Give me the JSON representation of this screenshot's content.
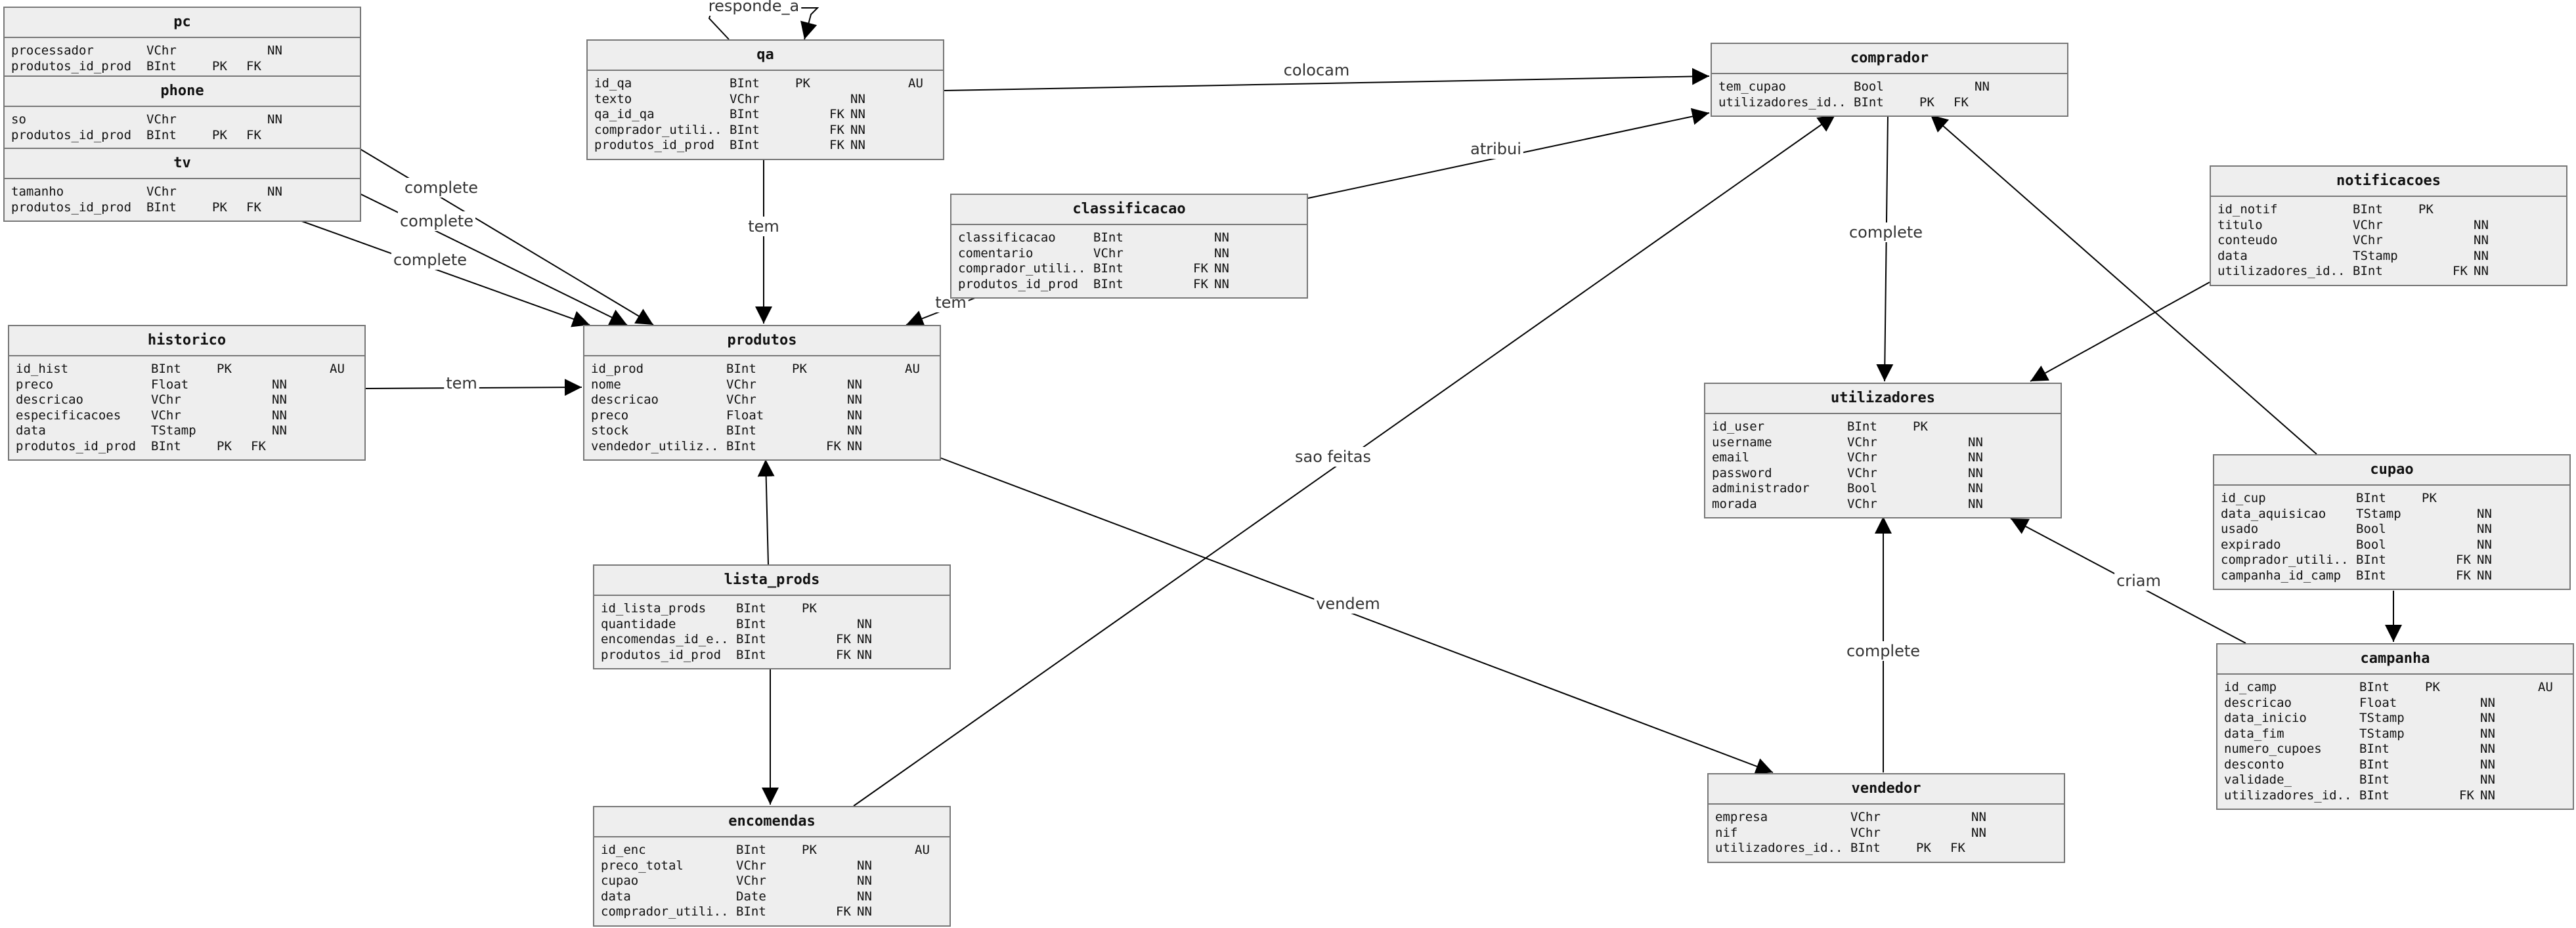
{
  "entities": [
    {
      "key": "pc",
      "name": "pc",
      "attributes": [
        {
          "name": "processador",
          "type": "VChr",
          "pk": "",
          "fk": "",
          "nn": "NN",
          "au": ""
        },
        {
          "name": "produtos_id_prod",
          "type": "BInt",
          "pk": "PK",
          "fk": "FK",
          "nn": "",
          "au": ""
        }
      ]
    },
    {
      "key": "phone",
      "name": "phone",
      "attributes": [
        {
          "name": "so",
          "type": "VChr",
          "pk": "",
          "fk": "",
          "nn": "NN",
          "au": ""
        },
        {
          "name": "produtos_id_prod",
          "type": "BInt",
          "pk": "PK",
          "fk": "FK",
          "nn": "",
          "au": ""
        }
      ]
    },
    {
      "key": "tv",
      "name": "tv",
      "attributes": [
        {
          "name": "tamanho",
          "type": "VChr",
          "pk": "",
          "fk": "",
          "nn": "NN",
          "au": ""
        },
        {
          "name": "produtos_id_prod",
          "type": "BInt",
          "pk": "PK",
          "fk": "FK",
          "nn": "",
          "au": ""
        }
      ]
    },
    {
      "key": "historico",
      "name": "historico",
      "attributes": [
        {
          "name": "id_hist",
          "type": "BInt",
          "pk": "PK",
          "fk": "",
          "nn": "",
          "au": "AU"
        },
        {
          "name": "preco",
          "type": "Float",
          "pk": "",
          "fk": "",
          "nn": "NN",
          "au": ""
        },
        {
          "name": "descricao",
          "type": "VChr",
          "pk": "",
          "fk": "",
          "nn": "NN",
          "au": ""
        },
        {
          "name": "especificacoes",
          "type": "VChr",
          "pk": "",
          "fk": "",
          "nn": "NN",
          "au": ""
        },
        {
          "name": "data",
          "type": "TStamp",
          "pk": "",
          "fk": "",
          "nn": "NN",
          "au": ""
        },
        {
          "name": "produtos_id_prod",
          "type": "BInt",
          "pk": "PK",
          "fk": "FK",
          "nn": "",
          "au": ""
        }
      ]
    },
    {
      "key": "qa",
      "name": "qa",
      "attributes": [
        {
          "name": "id_qa",
          "type": "BInt",
          "pk": "PK",
          "fk": "",
          "nn": "",
          "au": "AU"
        },
        {
          "name": "texto",
          "type": "VChr",
          "pk": "",
          "fk": "",
          "nn": "NN",
          "au": ""
        },
        {
          "name": "qa_id_qa",
          "type": "BInt",
          "pk": "",
          "fk": "FK",
          "nn": "NN",
          "au": ""
        },
        {
          "name": "comprador_utili..",
          "type": "BInt",
          "pk": "",
          "fk": "FK",
          "nn": "NN",
          "au": ""
        },
        {
          "name": "produtos_id_prod",
          "type": "BInt",
          "pk": "",
          "fk": "FK",
          "nn": "NN",
          "au": ""
        }
      ]
    },
    {
      "key": "produtos",
      "name": "produtos",
      "attributes": [
        {
          "name": "id_prod",
          "type": "BInt",
          "pk": "PK",
          "fk": "",
          "nn": "",
          "au": "AU"
        },
        {
          "name": "nome",
          "type": "VChr",
          "pk": "",
          "fk": "",
          "nn": "NN",
          "au": ""
        },
        {
          "name": "descricao",
          "type": "VChr",
          "pk": "",
          "fk": "",
          "nn": "NN",
          "au": ""
        },
        {
          "name": "preco",
          "type": "Float",
          "pk": "",
          "fk": "",
          "nn": "NN",
          "au": ""
        },
        {
          "name": "stock",
          "type": "BInt",
          "pk": "",
          "fk": "",
          "nn": "NN",
          "au": ""
        },
        {
          "name": "vendedor_utiliz..",
          "type": "BInt",
          "pk": "",
          "fk": "FK",
          "nn": "NN",
          "au": ""
        }
      ]
    },
    {
      "key": "classificacao",
      "name": "classificacao",
      "attributes": [
        {
          "name": "classificacao",
          "type": "BInt",
          "pk": "",
          "fk": "",
          "nn": "NN",
          "au": ""
        },
        {
          "name": "comentario",
          "type": "VChr",
          "pk": "",
          "fk": "",
          "nn": "NN",
          "au": ""
        },
        {
          "name": "comprador_utili..",
          "type": "BInt",
          "pk": "",
          "fk": "FK",
          "nn": "NN",
          "au": ""
        },
        {
          "name": "produtos_id_prod",
          "type": "BInt",
          "pk": "",
          "fk": "FK",
          "nn": "NN",
          "au": ""
        }
      ]
    },
    {
      "key": "lista_prods",
      "name": "lista_prods",
      "attributes": [
        {
          "name": "id_lista_prods",
          "type": "BInt",
          "pk": "PK",
          "fk": "",
          "nn": "",
          "au": ""
        },
        {
          "name": "quantidade",
          "type": "BInt",
          "pk": "",
          "fk": "",
          "nn": "NN",
          "au": ""
        },
        {
          "name": "encomendas_id_e..",
          "type": "BInt",
          "pk": "",
          "fk": "FK",
          "nn": "NN",
          "au": ""
        },
        {
          "name": "produtos_id_prod",
          "type": "BInt",
          "pk": "",
          "fk": "FK",
          "nn": "NN",
          "au": ""
        }
      ]
    },
    {
      "key": "encomendas",
      "name": "encomendas",
      "attributes": [
        {
          "name": "id_enc",
          "type": "BInt",
          "pk": "PK",
          "fk": "",
          "nn": "",
          "au": "AU"
        },
        {
          "name": "preco_total",
          "type": "VChr",
          "pk": "",
          "fk": "",
          "nn": "NN",
          "au": ""
        },
        {
          "name": "cupao",
          "type": "VChr",
          "pk": "",
          "fk": "",
          "nn": "NN",
          "au": ""
        },
        {
          "name": "data",
          "type": "Date",
          "pk": "",
          "fk": "",
          "nn": "NN",
          "au": ""
        },
        {
          "name": "comprador_utili..",
          "type": "BInt",
          "pk": "",
          "fk": "FK",
          "nn": "NN",
          "au": ""
        }
      ]
    },
    {
      "key": "comprador",
      "name": "comprador",
      "attributes": [
        {
          "name": "tem_cupao",
          "type": "Bool",
          "pk": "",
          "fk": "",
          "nn": "NN",
          "au": ""
        },
        {
          "name": "utilizadores_id..",
          "type": "BInt",
          "pk": "PK",
          "fk": "FK",
          "nn": "",
          "au": ""
        }
      ]
    },
    {
      "key": "utilizadores",
      "name": "utilizadores",
      "attributes": [
        {
          "name": "id_user",
          "type": "BInt",
          "pk": "PK",
          "fk": "",
          "nn": "",
          "au": ""
        },
        {
          "name": "username",
          "type": "VChr",
          "pk": "",
          "fk": "",
          "nn": "NN",
          "au": ""
        },
        {
          "name": "email",
          "type": "VChr",
          "pk": "",
          "fk": "",
          "nn": "NN",
          "au": ""
        },
        {
          "name": "password",
          "type": "VChr",
          "pk": "",
          "fk": "",
          "nn": "NN",
          "au": ""
        },
        {
          "name": "administrador",
          "type": "Bool",
          "pk": "",
          "fk": "",
          "nn": "NN",
          "au": ""
        },
        {
          "name": "morada",
          "type": "VChr",
          "pk": "",
          "fk": "",
          "nn": "NN",
          "au": ""
        }
      ]
    },
    {
      "key": "vendedor",
      "name": "vendedor",
      "attributes": [
        {
          "name": "empresa",
          "type": "VChr",
          "pk": "",
          "fk": "",
          "nn": "NN",
          "au": ""
        },
        {
          "name": "nif",
          "type": "VChr",
          "pk": "",
          "fk": "",
          "nn": "NN",
          "au": ""
        },
        {
          "name": "utilizadores_id..",
          "type": "BInt",
          "pk": "PK",
          "fk": "FK",
          "nn": "",
          "au": ""
        }
      ]
    },
    {
      "key": "notificacoes",
      "name": "notificacoes",
      "attributes": [
        {
          "name": "id_notif",
          "type": "BInt",
          "pk": "PK",
          "fk": "",
          "nn": "",
          "au": ""
        },
        {
          "name": "titulo",
          "type": "VChr",
          "pk": "",
          "fk": "",
          "nn": "NN",
          "au": ""
        },
        {
          "name": "conteudo",
          "type": "VChr",
          "pk": "",
          "fk": "",
          "nn": "NN",
          "au": ""
        },
        {
          "name": "data",
          "type": "TStamp",
          "pk": "",
          "fk": "",
          "nn": "NN",
          "au": ""
        },
        {
          "name": "utilizadores_id..",
          "type": "BInt",
          "pk": "",
          "fk": "FK",
          "nn": "NN",
          "au": ""
        }
      ]
    },
    {
      "key": "cupao",
      "name": "cupao",
      "attributes": [
        {
          "name": "id_cup",
          "type": "BInt",
          "pk": "PK",
          "fk": "",
          "nn": "",
          "au": ""
        },
        {
          "name": "data_aquisicao",
          "type": "TStamp",
          "pk": "",
          "fk": "",
          "nn": "NN",
          "au": ""
        },
        {
          "name": "usado",
          "type": "Bool",
          "pk": "",
          "fk": "",
          "nn": "NN",
          "au": ""
        },
        {
          "name": "expirado",
          "type": "Bool",
          "pk": "",
          "fk": "",
          "nn": "NN",
          "au": ""
        },
        {
          "name": "comprador_utili..",
          "type": "BInt",
          "pk": "",
          "fk": "FK",
          "nn": "NN",
          "au": ""
        },
        {
          "name": "campanha_id_camp",
          "type": "BInt",
          "pk": "",
          "fk": "FK",
          "nn": "NN",
          "au": ""
        }
      ]
    },
    {
      "key": "campanha",
      "name": "campanha",
      "attributes": [
        {
          "name": "id_camp",
          "type": "BInt",
          "pk": "PK",
          "fk": "",
          "nn": "",
          "au": "AU"
        },
        {
          "name": "descricao",
          "type": "Float",
          "pk": "",
          "fk": "",
          "nn": "NN",
          "au": ""
        },
        {
          "name": "data_inicio",
          "type": "TStamp",
          "pk": "",
          "fk": "",
          "nn": "NN",
          "au": ""
        },
        {
          "name": "data_fim",
          "type": "TStamp",
          "pk": "",
          "fk": "",
          "nn": "NN",
          "au": ""
        },
        {
          "name": "numero_cupoes",
          "type": "BInt",
          "pk": "",
          "fk": "",
          "nn": "NN",
          "au": ""
        },
        {
          "name": "desconto",
          "type": "BInt",
          "pk": "",
          "fk": "",
          "nn": "NN",
          "au": ""
        },
        {
          "name": "validade_",
          "type": "BInt",
          "pk": "",
          "fk": "",
          "nn": "NN",
          "au": ""
        },
        {
          "name": "utilizadores_id..",
          "type": "BInt",
          "pk": "",
          "fk": "FK",
          "nn": "NN",
          "au": ""
        }
      ]
    }
  ],
  "relationships": [
    {
      "key": "pc-produtos",
      "label": "complete"
    },
    {
      "key": "phone-produtos",
      "label": "complete"
    },
    {
      "key": "tv-produtos",
      "label": "complete"
    },
    {
      "key": "historico-produtos",
      "label": "tem"
    },
    {
      "key": "qa-produtos",
      "label": "tem"
    },
    {
      "key": "qa-self",
      "label": "responde_a"
    },
    {
      "key": "qa-comprador",
      "label": "colocam"
    },
    {
      "key": "classificacao-comprador",
      "label": "atribui"
    },
    {
      "key": "classificacao-produtos",
      "label": "tem"
    },
    {
      "key": "lista-produtos",
      "label": ""
    },
    {
      "key": "lista-encomendas",
      "label": ""
    },
    {
      "key": "encomendas-comprador",
      "label": "sao feitas"
    },
    {
      "key": "produtos-vendedor",
      "label": "vendem"
    },
    {
      "key": "comprador-utilizadores",
      "label": "complete"
    },
    {
      "key": "vendedor-utilizadores",
      "label": "complete"
    },
    {
      "key": "notificacoes-utilizadores",
      "label": ""
    },
    {
      "key": "cupao-comprador",
      "label": ""
    },
    {
      "key": "cupao-campanha",
      "label": ""
    },
    {
      "key": "campanha-utilizadores",
      "label": "criam"
    }
  ]
}
